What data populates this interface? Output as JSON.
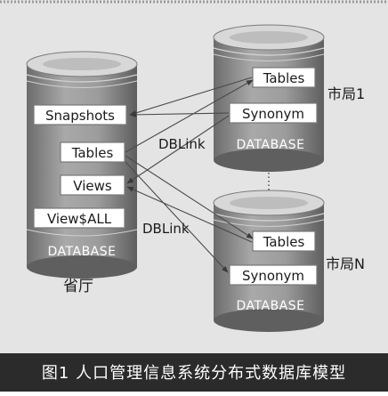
{
  "caption": "图1  人口管理信息系统分布式数据库模型",
  "province": {
    "label": "省厅",
    "db_label": "DATABASE",
    "items": [
      "Snapshots",
      "Tables",
      "Views",
      "View$ALL"
    ]
  },
  "city_top": {
    "label": "市局1",
    "db_label": "DATABASE",
    "items": [
      "Tables",
      "Synonym"
    ]
  },
  "city_bottom": {
    "label": "市局N",
    "db_label": "DATABASE",
    "items": [
      "Tables",
      "Synonym"
    ]
  },
  "links": {
    "top": "DBLink",
    "bottom": "DBLink"
  }
}
